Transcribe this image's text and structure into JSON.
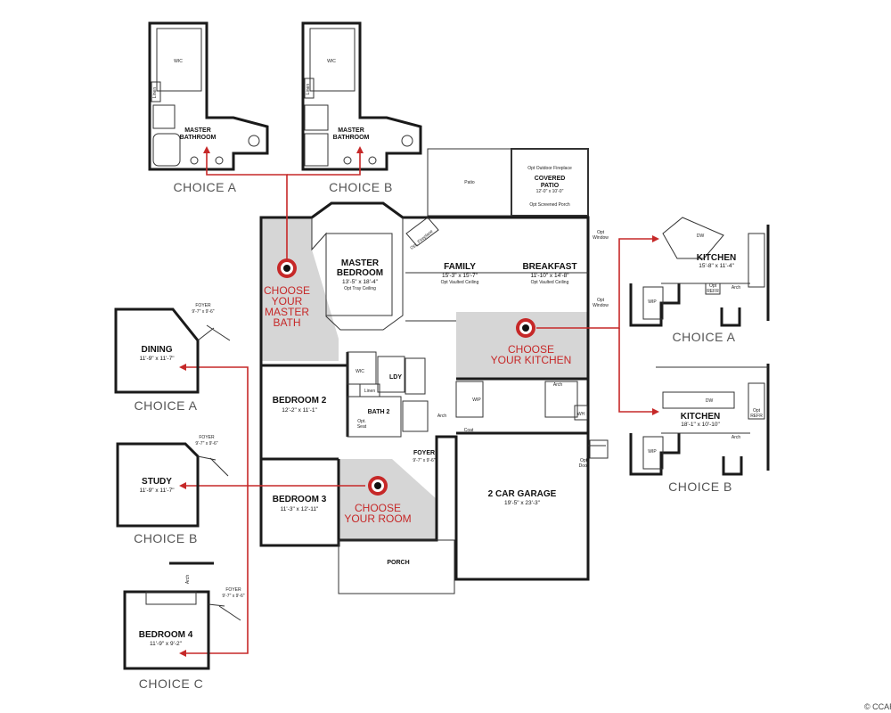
{
  "main_plan": {
    "master_bedroom": {
      "name": "MASTER\nBEDROOM",
      "dim": "13'-5\" x 18'-4\"",
      "note": "Opt Tray Ceiling"
    },
    "family": {
      "name": "FAMILY",
      "dim": "15'-3\" x 15'-7\"",
      "note": "Opt Vaulted Ceiling"
    },
    "breakfast": {
      "name": "BREAKFAST",
      "dim": "11'-10\" x 14'-8\"",
      "note": "Opt Vaulted Ceiling"
    },
    "covered_patio": {
      "name": "COVERED\nPATIO",
      "dim": "12'-0\" x 10'-0\""
    },
    "patio": "Patio",
    "opt_fireplace_outdoor": "Opt Outdoor Fireplace",
    "opt_screened_porch": "Opt Screened Porch",
    "opt_fireplace": "Opt. Fireplace",
    "opt_window_1": "Opt\nWindow",
    "opt_window_2": "Opt\nWindow",
    "bedroom2": {
      "name": "BEDROOM 2",
      "dim": "12'-2\" x 11'-1\""
    },
    "bedroom3": {
      "name": "BEDROOM 3",
      "dim": "11'-3\" x 12'-11\""
    },
    "bath2": "BATH 2",
    "wic": "WIC",
    "linen": "Linen",
    "ldy": "LDY",
    "foyer": {
      "name": "FOYER",
      "dim": "9'-7\" x 9'-6\""
    },
    "porch": "PORCH",
    "garage": {
      "name": "2 CAR GARAGE",
      "dim": "19'-5\" x 23'-3\""
    },
    "arch": "Arch",
    "wip": "WIP",
    "wh": "WH",
    "opt_seat": "Opt.\nSeat",
    "opt_door": "Opt\nDoor",
    "coat": "Coat"
  },
  "callouts": {
    "master_bath": "CHOOSE\nYOUR\nMASTER\nBATH",
    "kitchen": "CHOOSE\nYOUR KITCHEN",
    "room": "CHOOSE\nYOUR ROOM"
  },
  "bath_choices": [
    {
      "label": "CHOICE A",
      "room": "MASTER\nBATHROOM",
      "wic": "WIC",
      "linen": "Linen"
    },
    {
      "label": "CHOICE B",
      "room": "MASTER\nBATHROOM",
      "wic": "WIC",
      "linen": "Linen"
    }
  ],
  "kitchen_choices": [
    {
      "label": "CHOICE A",
      "room": "KITCHEN",
      "dim": "15'-8\" x 11'-4\"",
      "dw": "DW",
      "opt_refr": "Opt\nREFR",
      "wip": "WIP",
      "arch": "Arch"
    },
    {
      "label": "CHOICE B",
      "room": "KITCHEN",
      "dim": "18'-1\" x 10'-10\"",
      "dw": "DW",
      "opt_refr": "Opt\nREFR",
      "wip": "WIP",
      "arch": "Arch"
    }
  ],
  "room_choices": [
    {
      "label": "CHOICE A",
      "room": "DINING",
      "dim": "11'-9\" x 11'-7\"",
      "foyer": "FOYER",
      "foyer_dim": "9'-7\" x 9'-6\""
    },
    {
      "label": "CHOICE B",
      "room": "STUDY",
      "dim": "11'-9\" x 11'-7\"",
      "foyer": "FOYER",
      "foyer_dim": "9'-7\" x 9'-6\""
    },
    {
      "label": "CHOICE C",
      "room": "BEDROOM 4",
      "dim": "11'-9\" x 9'-2\"",
      "foyer": "FOYER",
      "foyer_dim": "9'-7\" x 9'-6\"",
      "arch": "Arch"
    }
  ],
  "copyright": "© CCAR",
  "colors": {
    "accent": "#c62828",
    "shade": "#d6d6d6",
    "wall": "#1a1a1a"
  }
}
